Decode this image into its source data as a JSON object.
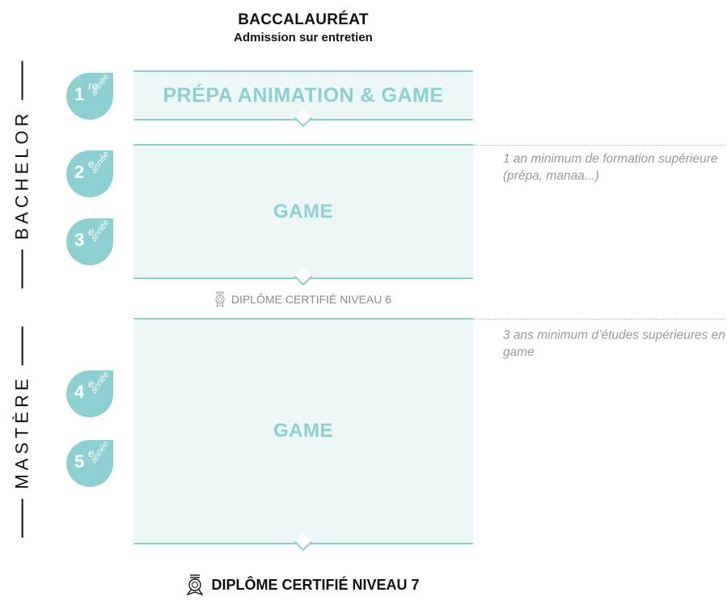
{
  "header": {
    "title": "BACCALAURÉAT",
    "subtitle": "Admission sur entretien"
  },
  "sections": {
    "bachelor": "BACHELOR",
    "mastere": "MASTÈRE"
  },
  "years": [
    {
      "num": "1",
      "suffix": "re",
      "word": "année"
    },
    {
      "num": "2",
      "suffix": "e",
      "word": "année"
    },
    {
      "num": "3",
      "suffix": "e",
      "word": "année"
    },
    {
      "num": "4",
      "suffix": "e",
      "word": "année"
    },
    {
      "num": "5",
      "suffix": "e",
      "word": "année"
    }
  ],
  "blocks": {
    "prepa": "PRÉPA ANIMATION & GAME",
    "game_bachelor": "GAME",
    "game_master": "GAME"
  },
  "diplomas": {
    "level6": "DIPLÔME CERTIFIÉ NIVEAU 6",
    "level7": "DIPLÔME CERTIFIÉ NIVEAU 7"
  },
  "notes": {
    "note1": "1 an minimum de formation supérieure (prépa, manaa...)",
    "note2": "3 ans minimum d’études supérieures en game"
  },
  "colors": {
    "accent": "#8ed0d1",
    "block_bg": "#eef7f7",
    "note_text": "#9a9a9a"
  },
  "icons": {
    "diploma": "certificate-medal-icon"
  }
}
